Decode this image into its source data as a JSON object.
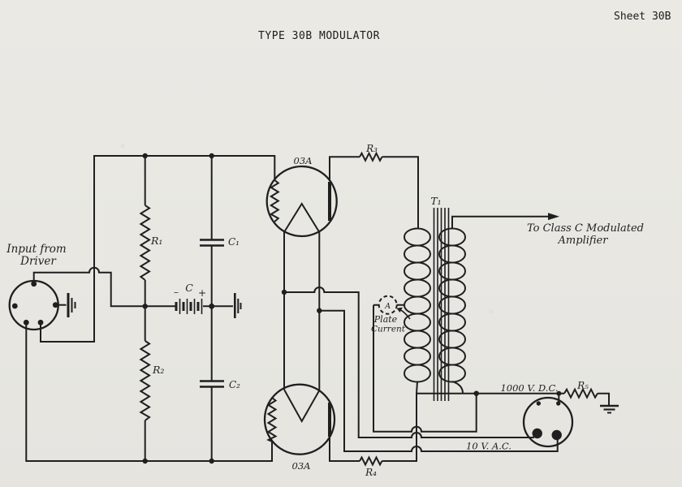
{
  "sheet_label": "Sheet 30B",
  "title": "TYPE 30B MODULATOR",
  "input_label": {
    "line1": "Input from",
    "line2": "Driver"
  },
  "components": {
    "r1": "R₁",
    "r2": "R₂",
    "r3": "R₃",
    "r4": "R₄",
    "r5": "R₅",
    "c1": "C₁",
    "c2": "C₂",
    "t1": "T₁",
    "tube_top": "03A",
    "tube_bottom": "03A"
  },
  "battery": {
    "minus": "–",
    "label": "C",
    "plus": "+"
  },
  "meter": {
    "symbol": "A",
    "caption_line1": "Plate",
    "caption_line2": "Current"
  },
  "output_label": {
    "line1": "To Class C Modulated",
    "line2": "Amplifier"
  },
  "supply": {
    "dc": "1000 V. D.C.",
    "ac": "10 V. A.C."
  }
}
